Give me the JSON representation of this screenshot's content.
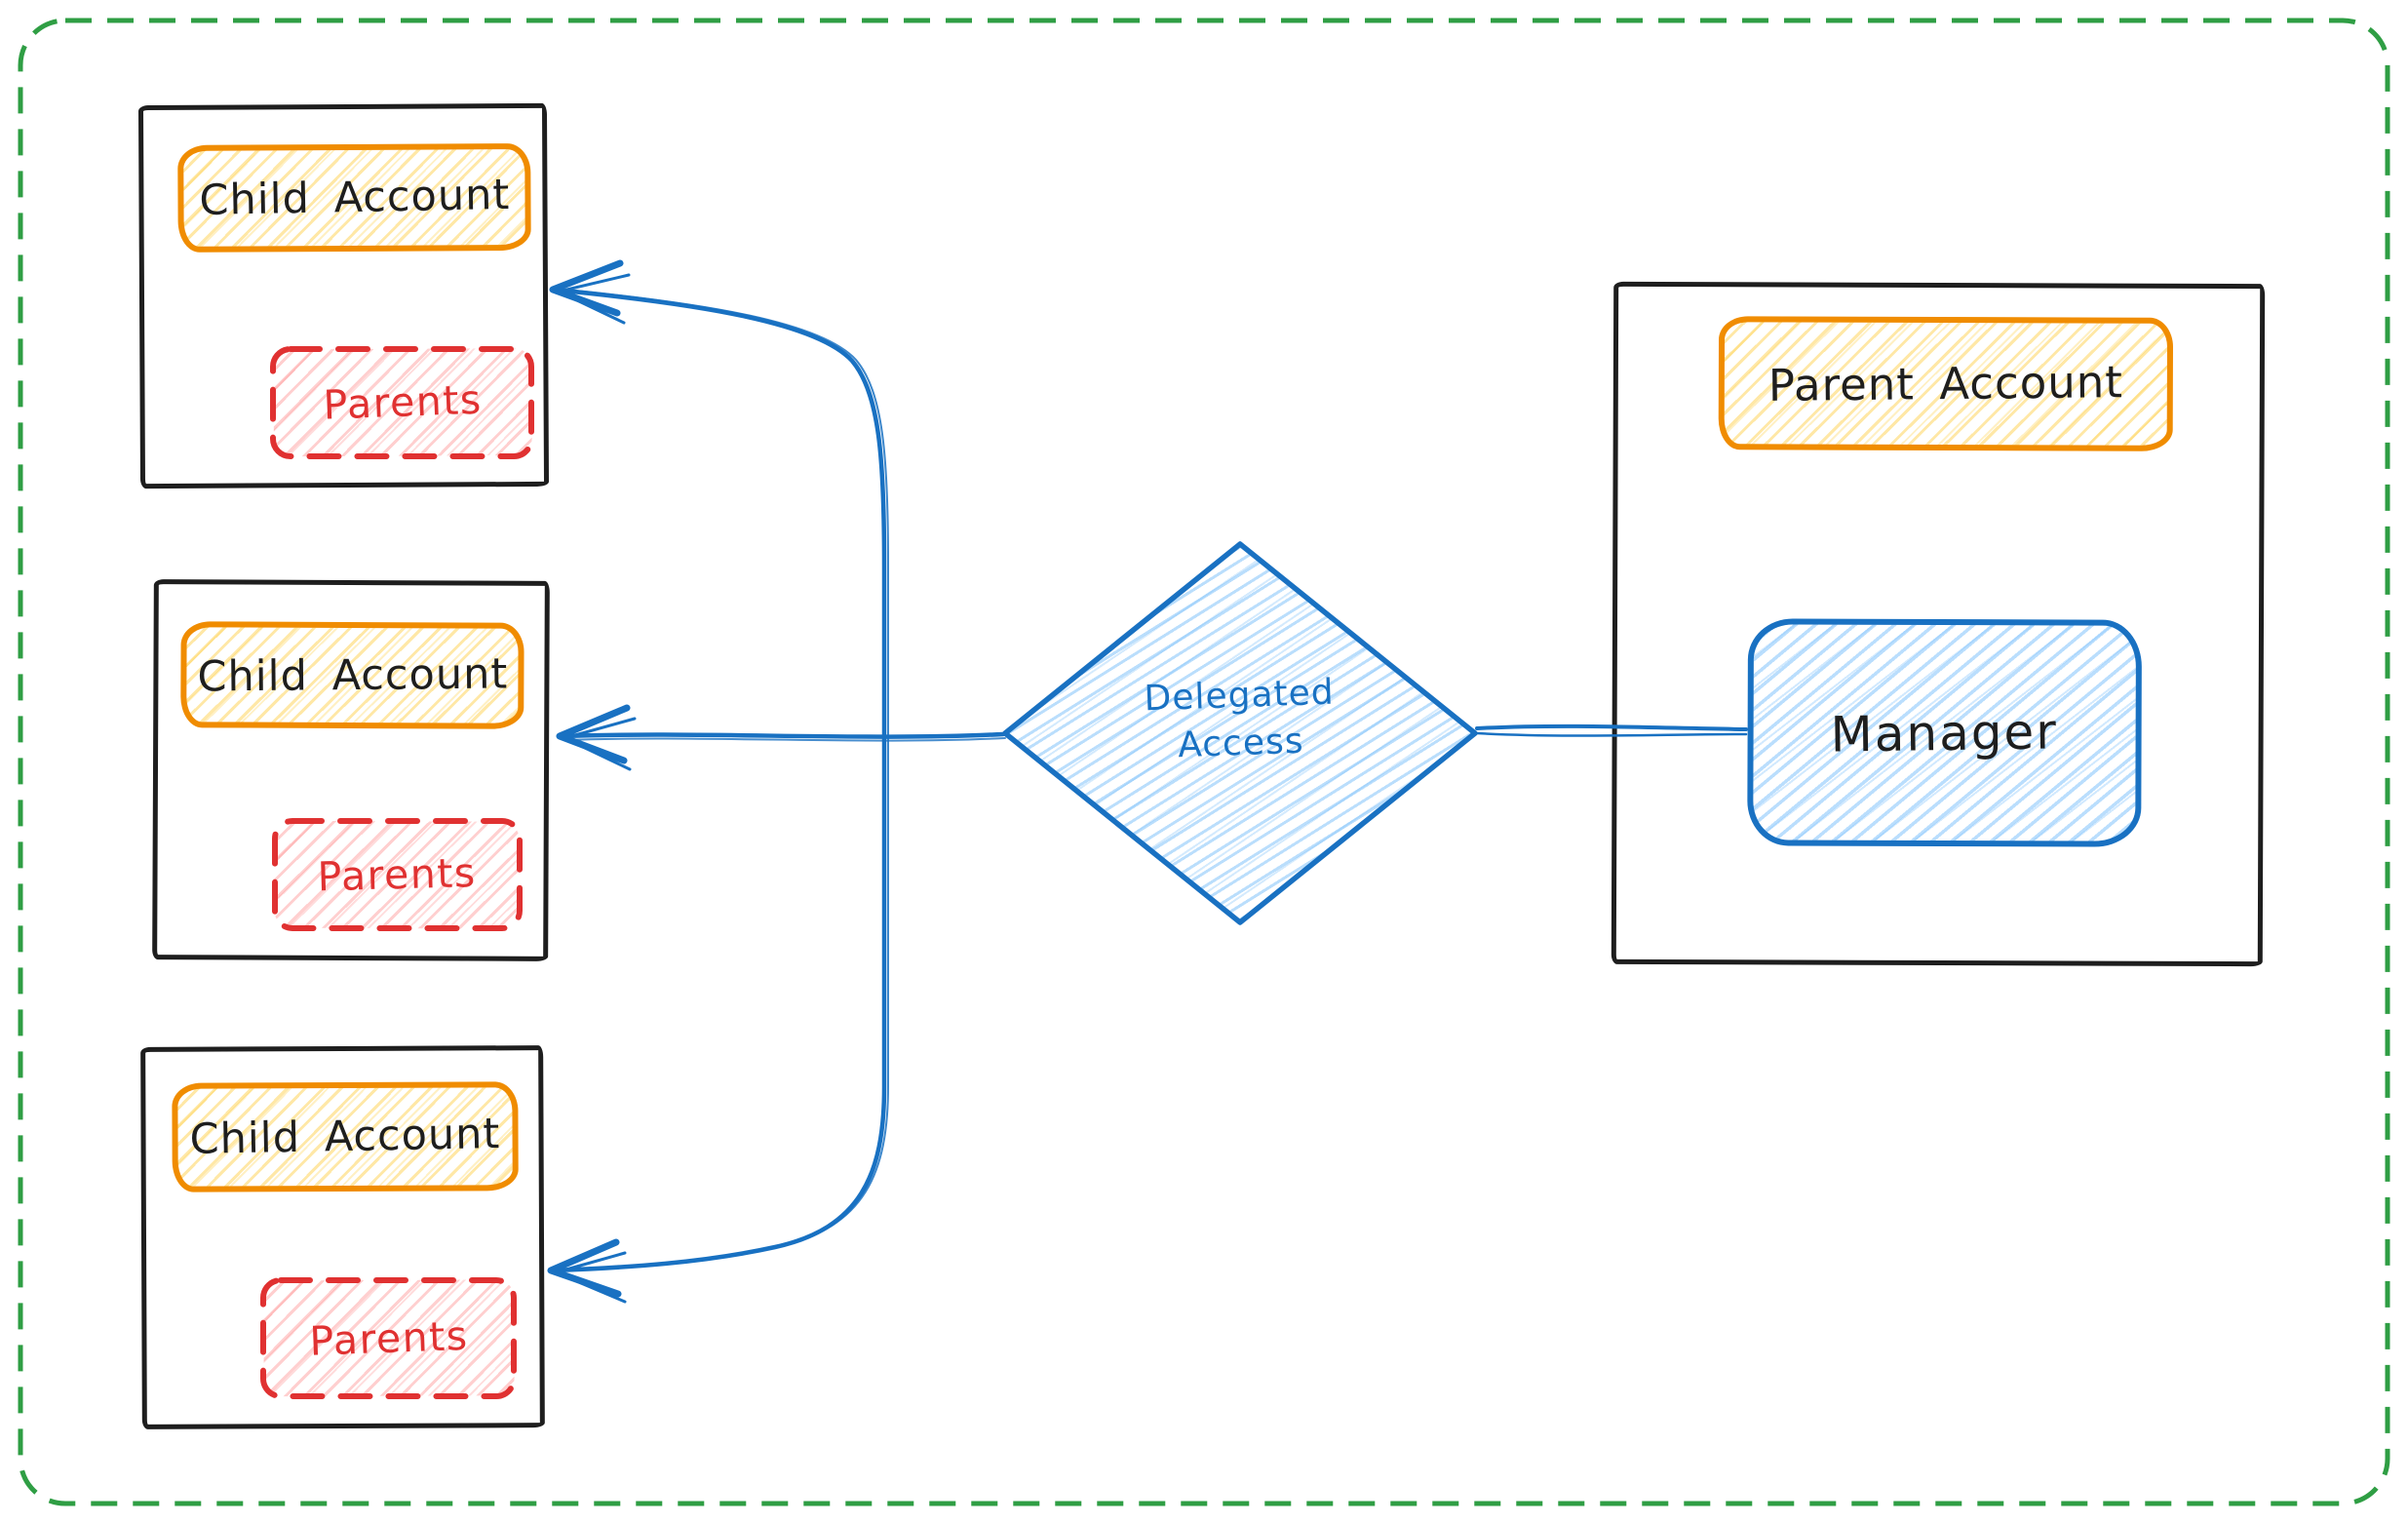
{
  "diagram": {
    "type": "hand-drawn-flowchart",
    "canvas": {
      "background": "#ffffff"
    },
    "colors": {
      "blue": "#1971c2",
      "light_blue": "#74c0fc",
      "orange": "#f08c00",
      "yellow": "#ffd43b",
      "red": "#e03131",
      "pink": "#ffa8a8",
      "green": "#2f9e44",
      "ink": "#1e1e1e"
    },
    "child_boxes": [
      {
        "account_label": "Child Account",
        "parents_label": "Parents"
      },
      {
        "account_label": "Child Account",
        "parents_label": "Parents"
      },
      {
        "account_label": "Child Account",
        "parents_label": "Parents"
      }
    ],
    "decision_diamond": {
      "label_line1": "Delegated",
      "label_line2": "Access"
    },
    "parent_box": {
      "account_label": "Parent Account",
      "manager_label": "Manager"
    }
  }
}
